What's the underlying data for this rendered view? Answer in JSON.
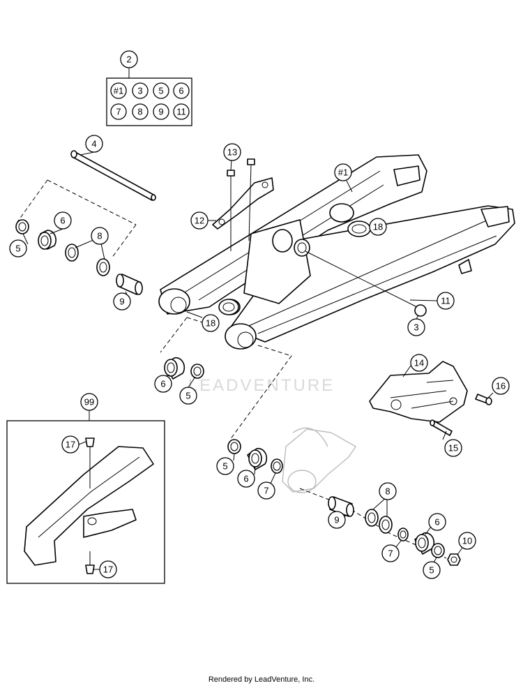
{
  "kit_box": {
    "label": "2",
    "items": [
      "#1",
      "3",
      "5",
      "6",
      "7",
      "8",
      "9",
      "11"
    ]
  },
  "callouts": {
    "c4": "4",
    "c13": "13",
    "c1": "#1",
    "c6a": "6",
    "c8a": "8",
    "c12": "12",
    "c18a": "18",
    "c5a": "5",
    "c9a": "9",
    "c11": "11",
    "c3": "3",
    "c18b": "18",
    "c14": "14",
    "c6b": "6",
    "c5b": "5",
    "c16": "16",
    "c99": "99",
    "c15": "15",
    "c17a": "17",
    "c5c": "5",
    "c6c": "6",
    "c7a": "7",
    "c8b": "8",
    "c9b": "9",
    "c6d": "6",
    "c10": "10",
    "c7b": "7",
    "c5d": "5",
    "c17b": "17"
  },
  "watermark": "LEADVENTURE",
  "footer": "Rendered by LeadVenture, Inc."
}
